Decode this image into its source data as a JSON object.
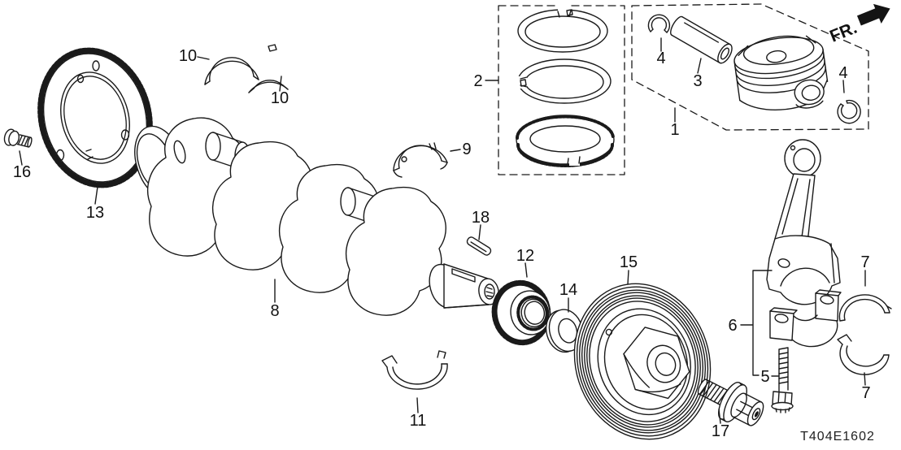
{
  "diagram": {
    "code": "T404E1602",
    "fr_label": "FR.",
    "background": "#ffffff",
    "line_color": "#1a1a1a"
  },
  "part_labels": [
    {
      "number": "16"
    },
    {
      "number": "13"
    },
    {
      "number": "10"
    },
    {
      "number": "10"
    },
    {
      "number": "2"
    },
    {
      "number": "9"
    },
    {
      "number": "4"
    },
    {
      "number": "3"
    },
    {
      "number": "1"
    },
    {
      "number": "4"
    },
    {
      "number": "18"
    },
    {
      "number": "12"
    },
    {
      "number": "14"
    },
    {
      "number": "8"
    },
    {
      "number": "15"
    },
    {
      "number": "11"
    },
    {
      "number": "6"
    },
    {
      "number": "5"
    },
    {
      "number": "7"
    },
    {
      "number": "7"
    },
    {
      "number": "17"
    }
  ]
}
